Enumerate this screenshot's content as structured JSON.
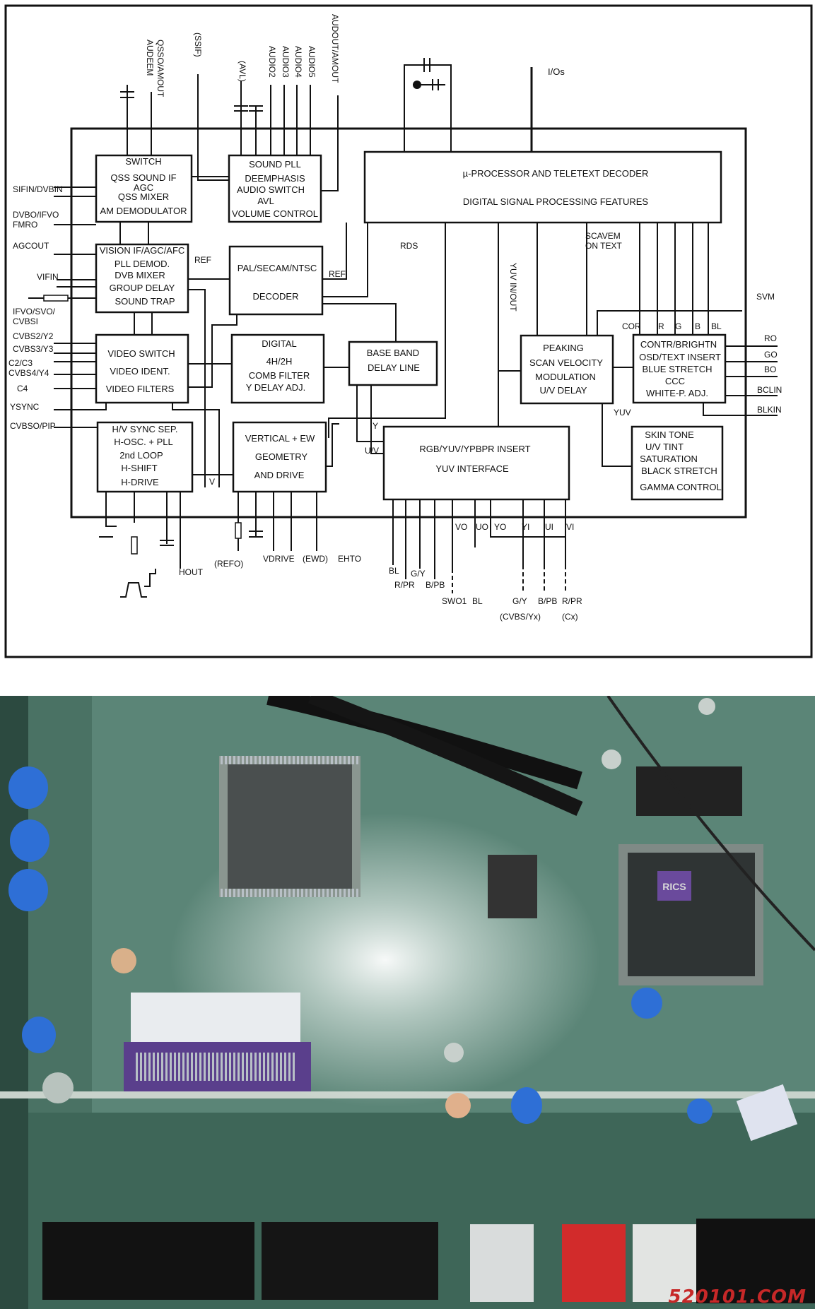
{
  "diagram": {
    "blocks": {
      "switch": [
        "SWITCH",
        "QSS SOUND IF",
        "AGC",
        "QSS MIXER",
        "AM DEMODULATOR"
      ],
      "sound_pll": [
        "SOUND PLL",
        "DEEMPHASIS",
        "AUDIO SWITCH",
        "AVL",
        "VOLUME CONTROL"
      ],
      "processor": [
        "µ-PROCESSOR AND TELETEXT DECODER",
        "DIGITAL SIGNAL PROCESSING FEATURES"
      ],
      "vision_if": [
        "VISION IF/AGC/AFC",
        "PLL DEMOD.",
        "DVB MIXER",
        "GROUP DELAY",
        "SOUND TRAP"
      ],
      "decoder": [
        "PAL/SECAM/NTSC",
        "DECODER"
      ],
      "video_switch": [
        "VIDEO SWITCH",
        "VIDEO IDENT.",
        "VIDEO FILTERS"
      ],
      "comb_filter": [
        "DIGITAL",
        "4H/2H",
        "COMB FILTER",
        "Y DELAY ADJ."
      ],
      "baseband": [
        "BASE BAND",
        "DELAY LINE"
      ],
      "peaking": [
        "PEAKING",
        "SCAN VELOCITY",
        "MODULATION",
        "U/V DELAY"
      ],
      "contrast": [
        "CONTR/BRIGHTN",
        "OSD/TEXT  INSERT",
        "BLUE STRETCH",
        "CCC",
        "WHITE-P. ADJ."
      ],
      "sync": [
        "H/V SYNC SEP.",
        "H-OSC. + PLL",
        "2nd LOOP",
        "H-SHIFT",
        "H-DRIVE"
      ],
      "vertical": [
        "VERTICAL + EW",
        "GEOMETRY",
        "AND DRIVE"
      ],
      "rgb_insert": [
        "RGB/YUV/YPBPR INSERT",
        "YUV INTERFACE"
      ],
      "skin_tone": [
        "SKIN TONE",
        "U/V TINT",
        "SATURATION",
        "BLACK STRETCH",
        "GAMMA CONTROL"
      ]
    },
    "top_labels": {
      "qss": "QSSO/AMOUT",
      "audeem": "AUDEEM",
      "ssif": "(SSIF)",
      "avl": "(AVL)",
      "audio2": "AUDIO2",
      "audio3": "AUDIO3",
      "audio4": "AUDIO4",
      "audio5": "AUDIO5",
      "audout": "AUDOUT/AMOUT",
      "ios": "I/Os"
    },
    "left_labels": {
      "sifin": "SIFIN/DVBIN",
      "dvbo": "DVBO/IFVO",
      "fmro": "FMRO",
      "agcout": "AGCOUT",
      "vifin": "VIFIN",
      "ifvo": "IFVO/SVO/",
      "cvbsi": "CVBSI",
      "cvbs2": "CVBS2/Y2",
      "cvbs3": "CVBS3/Y3",
      "c2c3": "C2/C3",
      "cvbs4": "CVBS4/Y4",
      "c4": "C4",
      "ysync": "YSYNC",
      "cvbso": "CVBSO/PIP"
    },
    "right_labels": {
      "svm": "SVM",
      "ro": "RO",
      "go": "GO",
      "bo": "BO",
      "bclin": "BCLIN",
      "blkin": "BLKIN",
      "cor": "COR",
      "r": "R",
      "g": "G",
      "b": "B",
      "bl": "BL"
    },
    "inner_labels": {
      "rds": "RDS",
      "scavem": "SCAVEM",
      "on_text": "ON TEXT",
      "yuv_inout": "YUV IN/OUT",
      "ref1": "REF",
      "ref2": "REF",
      "y": "Y",
      "uv": "U/V",
      "v": "V",
      "yuv": "YUV"
    },
    "yuv_port_labels": [
      "VO",
      "UO",
      "YO",
      "YI",
      "UI",
      "VI"
    ],
    "bottom_labels": {
      "hout": "HOUT",
      "refo": "(REFO)",
      "vdrive": "VDRIVE",
      "ewd": "(EWD)",
      "ehto": "EHTO",
      "bl": "BL",
      "rpr": "R/PR",
      "gy": "G/Y",
      "bpb": "B/PB",
      "swo1": "SWO1",
      "bl2": "BL",
      "gy2": "G/Y",
      "bpb2": "B/PB",
      "rpr2": "R/PR",
      "cvbsyx": "(CVBS/Yx)",
      "cx": "(Cx)"
    }
  },
  "photo": {
    "chip_marking": "RICS",
    "watermark": "520101.COM",
    "colors": {
      "pcb_green": "#3f6b5a",
      "chip_black": "#2a2a2a",
      "capacitor_blue": "#2e6fd6",
      "connector_red": "#d22b2b"
    }
  }
}
